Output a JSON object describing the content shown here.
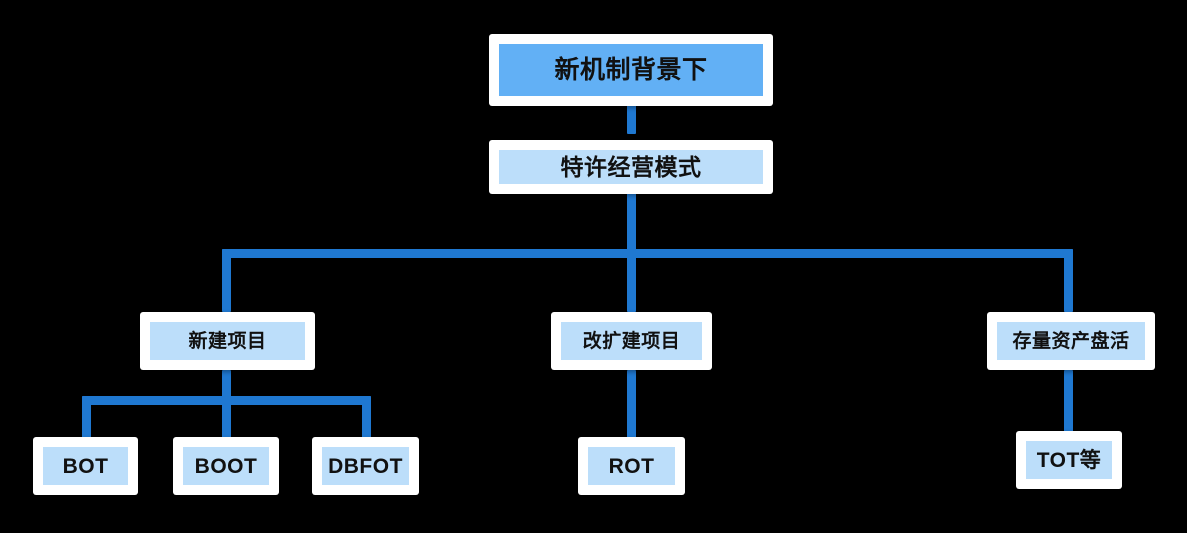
{
  "diagram": {
    "type": "tree",
    "background_color": "#000000",
    "connector_color": "#1f78d1",
    "root_fill": "#62b0f5",
    "node_fill": "#bcdefa",
    "frame_color": "#ffffff",
    "text_color": "#111111",
    "nodes": {
      "root": {
        "label": "新机制背景下"
      },
      "level2": {
        "label": "特许经营模式"
      },
      "level3": [
        {
          "label": "新建项目"
        },
        {
          "label": "改扩建项目"
        },
        {
          "label": "存量资产盘活"
        }
      ],
      "level4": [
        {
          "label": "BOT",
          "parent": "新建项目"
        },
        {
          "label": "BOOT",
          "parent": "新建项目"
        },
        {
          "label": "DBFOT",
          "parent": "新建项目"
        },
        {
          "label": "ROT",
          "parent": "改扩建项目"
        },
        {
          "label": "TOT等",
          "parent": "存量资产盘活"
        }
      ]
    }
  }
}
